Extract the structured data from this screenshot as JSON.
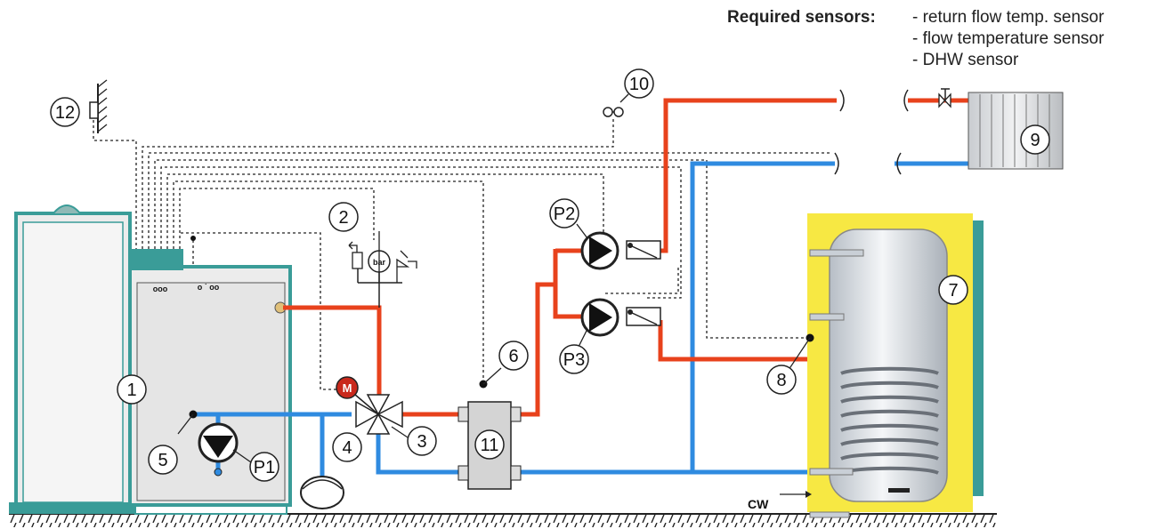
{
  "sensors": {
    "heading": "Required sensors:",
    "items": [
      "- return flow temp. sensor",
      "- flow temperature sensor",
      "- DHW sensor"
    ]
  },
  "labels": {
    "boiler": "1",
    "pressure": "2",
    "mixing_valve": "3",
    "expansion_vessel": "4",
    "return_sensor": "5",
    "flow_sensor": "6",
    "dhw_tank": "7",
    "dhw_sensor": "8",
    "radiator": "9",
    "room_unit": "10",
    "hydraulic_separator": "11",
    "outdoor_sensor": "12",
    "pump_p1": "P1",
    "pump_p2": "P2",
    "pump_p3": "P3",
    "motor": "M",
    "gauge": "bar",
    "cold_water": "CW"
  },
  "colors": {
    "hot_pipe": "#e8421c",
    "cold_pipe": "#2f8be0",
    "boiler_body": "#e9e9e9",
    "boiler_edge": "#3a9c98",
    "insulation": "#f7e843",
    "tank_steel": "#d8dde3"
  }
}
